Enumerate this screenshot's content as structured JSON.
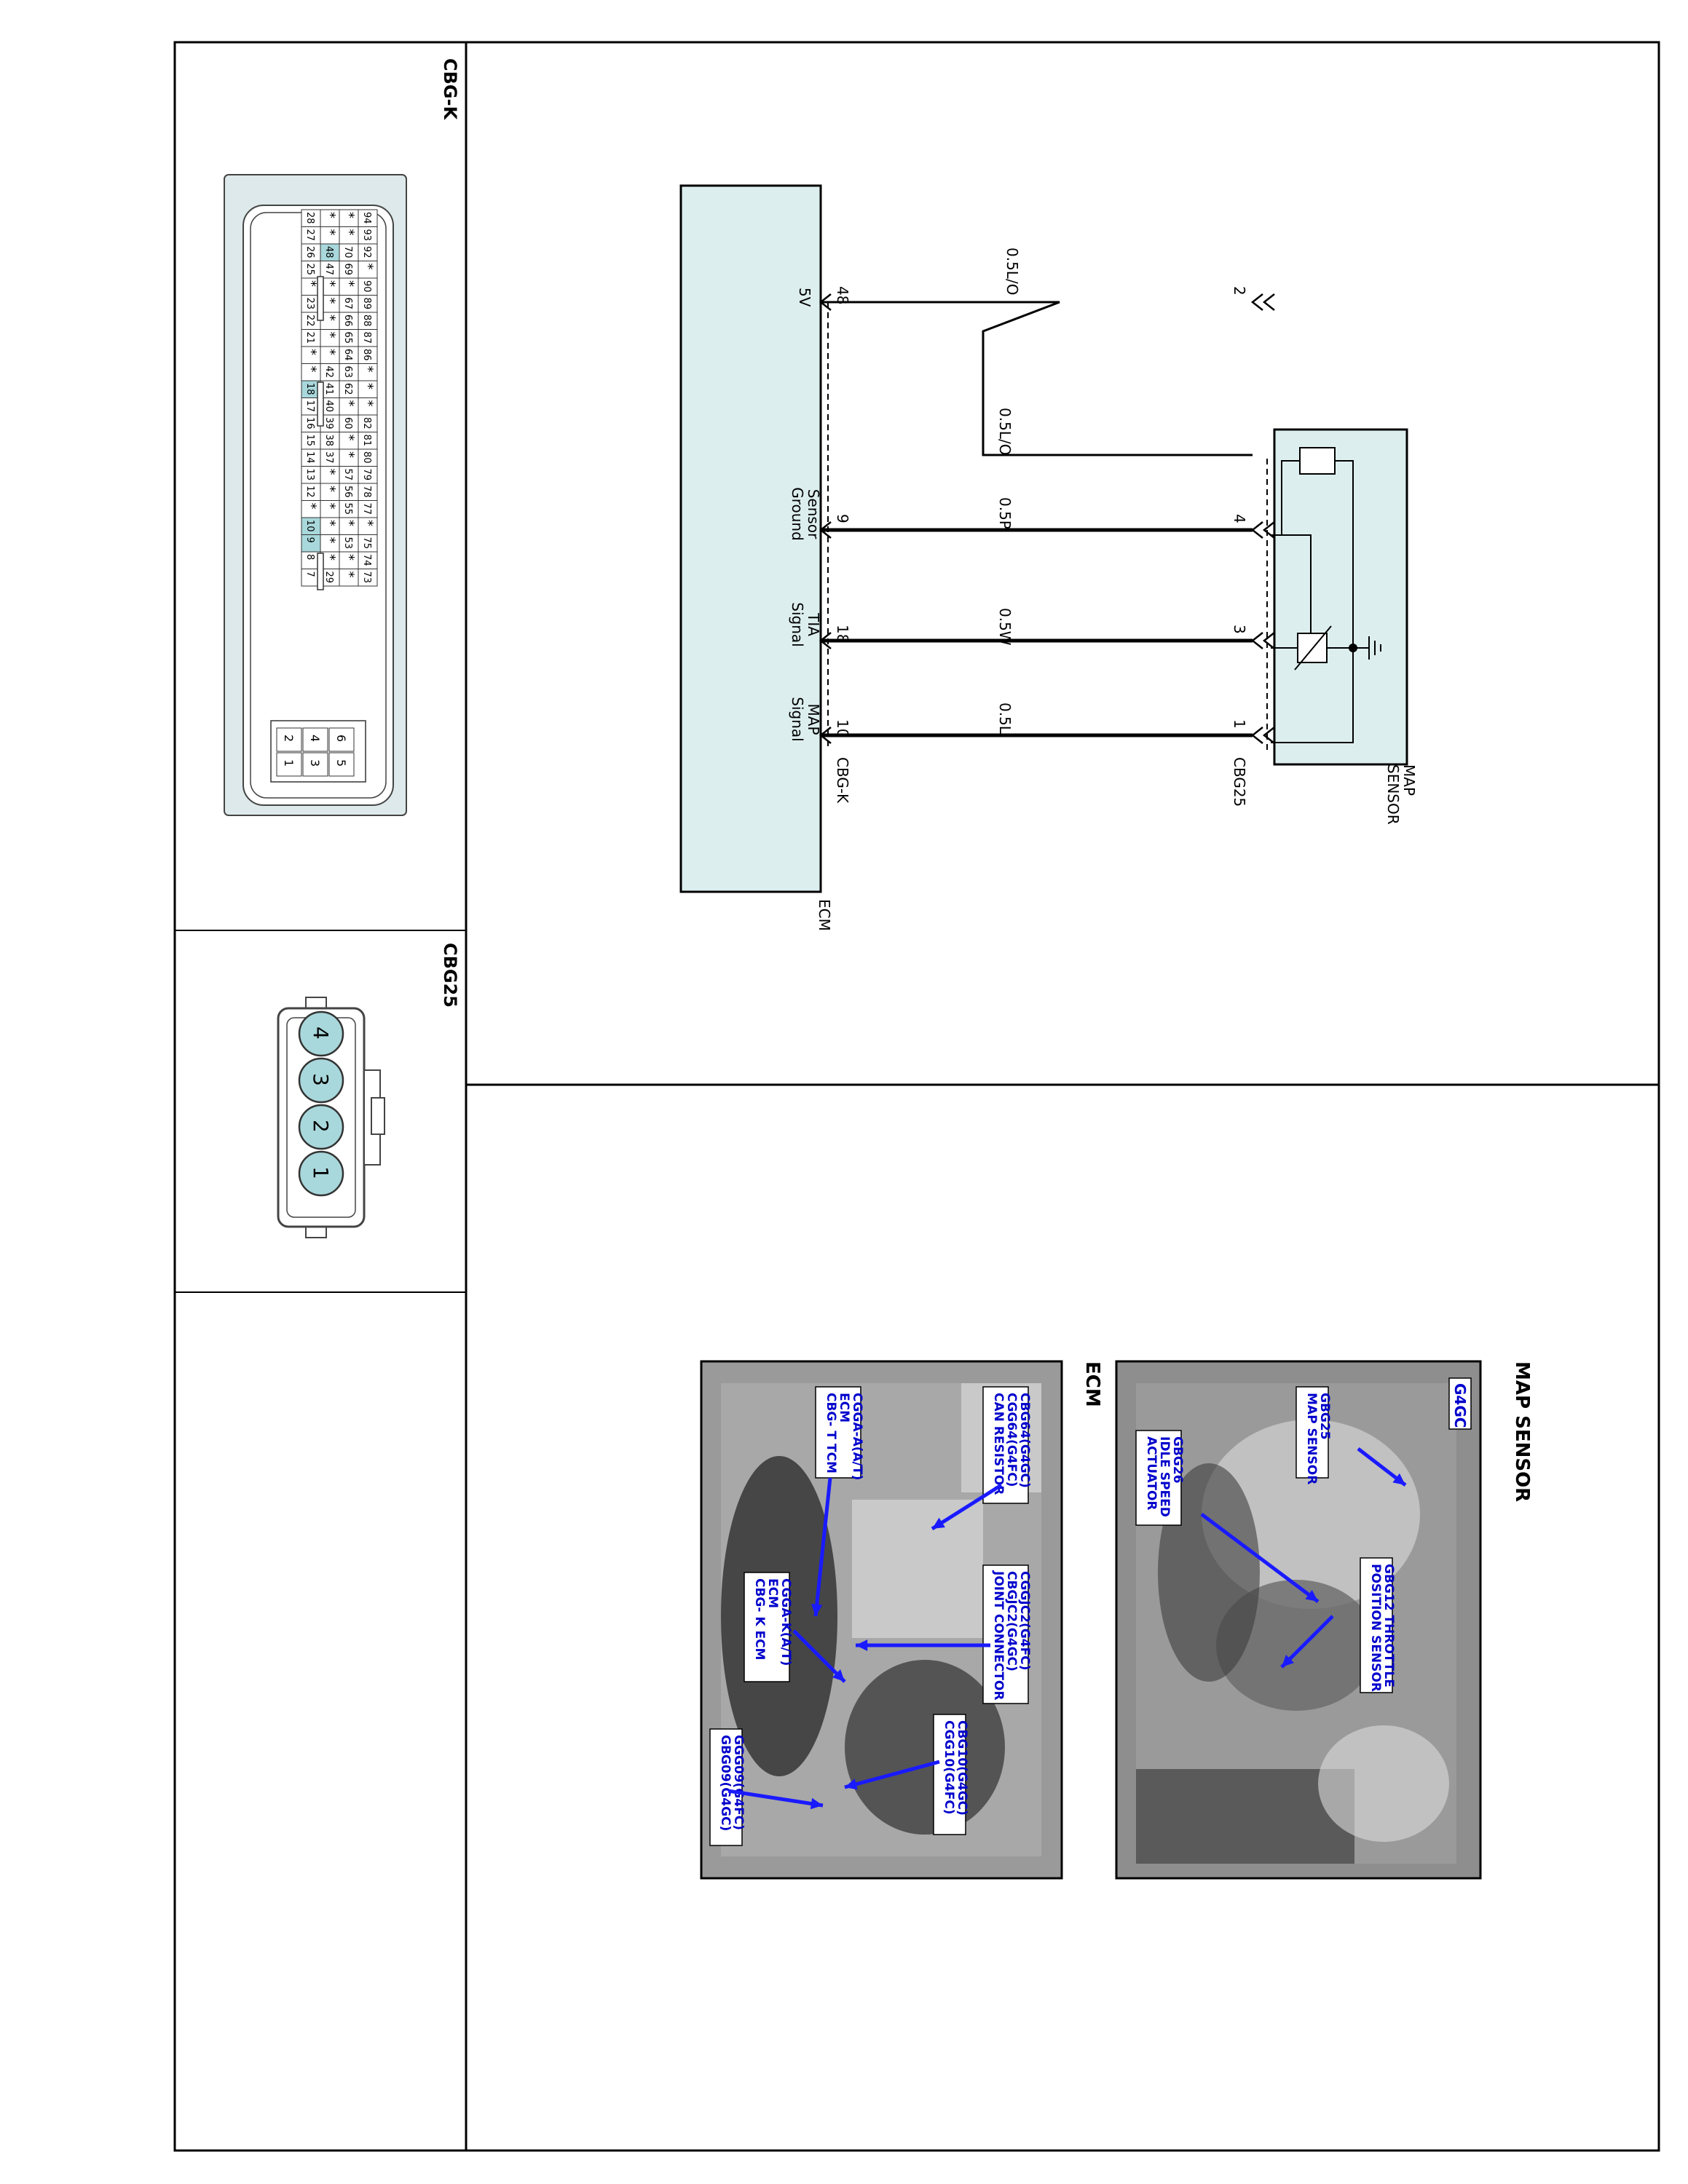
{
  "connectors": {
    "cbgk": {
      "title": "CBG-K",
      "row1": [
        "94",
        "93",
        "92",
        "*",
        "90",
        "89",
        "88",
        "87",
        "86",
        "*",
        "*",
        "*",
        "82",
        "81",
        "80",
        "79",
        "78",
        "77",
        "*",
        "75",
        "74",
        "73"
      ],
      "row2": [
        "*",
        "*",
        "70",
        "69",
        "*",
        "67",
        "66",
        "65",
        "64",
        "63",
        "62",
        "*",
        "60",
        "*",
        "*",
        "57",
        "56",
        "55",
        "*",
        "53",
        "*",
        "*"
      ],
      "row3": [
        "*",
        "*",
        "48",
        "47",
        "*",
        "*",
        "*",
        "*",
        "*",
        "42",
        "41",
        "40",
        "39",
        "38",
        "37",
        "*",
        "*",
        "*",
        "*",
        "*",
        "*",
        "29"
      ],
      "row4": [
        "28",
        "27",
        "26",
        "25",
        "*",
        "23",
        "22",
        "21",
        "*",
        "*",
        "18",
        "17",
        "16",
        "15",
        "14",
        "13",
        "12",
        "*",
        "10",
        "9",
        "8",
        "7"
      ],
      "block": [
        [
          "6",
          "5"
        ],
        [
          "4",
          "3"
        ],
        [
          "2",
          "1"
        ]
      ]
    },
    "cbg25": {
      "title": "CBG25",
      "pins": [
        "4",
        "3",
        "2",
        "1"
      ]
    }
  },
  "schematic": {
    "ecm_label": "ECM",
    "ecm_connector": "CBG-K",
    "sensor_label_line1": "MAP",
    "sensor_label_line2": "SENSOR",
    "sensor_connector": "CBG25",
    "wire_break_label": "0.5L/O",
    "wires": [
      {
        "ecm_pin": "48",
        "sensor_pin": "2",
        "color": "0.5L/O",
        "function": "5V"
      },
      {
        "ecm_pin": "9",
        "sensor_pin": "4",
        "color": "0.5P",
        "function_line1": "Sensor",
        "function_line2": "Ground"
      },
      {
        "ecm_pin": "18",
        "sensor_pin": "3",
        "color": "0.5W",
        "function_line1": "TIA",
        "function_line2": "Signal"
      },
      {
        "ecm_pin": "10",
        "sensor_pin": "1",
        "color": "0.5L",
        "function_line1": "MAP",
        "function_line2": "Signal"
      }
    ]
  },
  "photos": {
    "map_sensor": {
      "title": "MAP SENSOR",
      "badge": "G4GC",
      "callouts": [
        {
          "line1": "GBG25",
          "line2": "MAP SENSOR"
        },
        {
          "line1": "GBG12 THROTTLE",
          "line2": "POSITION SENSOR"
        },
        {
          "line1": "GBG26",
          "line2": "IDLE SPEED",
          "line3": "ACTUATOR"
        }
      ]
    },
    "ecm": {
      "title": "ECM",
      "callouts": [
        {
          "line1": "CBG64(G4GC)",
          "line2": "CGG64(G4FC)",
          "line3": "CAN RESISTOR"
        },
        {
          "line1": "CGGA-A(A/T)",
          "line2": "ECM",
          "line3": "CBG- T TCM"
        },
        {
          "line1": "CGGJC2(G4FC)",
          "line2": "CBGJC2(G4GC)",
          "line3": "JOINT CONNECTOR"
        },
        {
          "line1": "CGGA-K(A/T)",
          "line2": "ECM",
          "line3": "CBG- K ECM"
        },
        {
          "line1": "CBG10(G4GC)",
          "line2": "CGG10(G4FC)"
        },
        {
          "line1": "GGG09(G4FC)",
          "line2": "GBG09(G4GC)"
        }
      ]
    }
  },
  "colors": {
    "ecm_fill": "#ddeeee",
    "pin_highlight": "#a9d8dc",
    "callout_text": "#0000cc",
    "arrow": "#1a1aff"
  }
}
